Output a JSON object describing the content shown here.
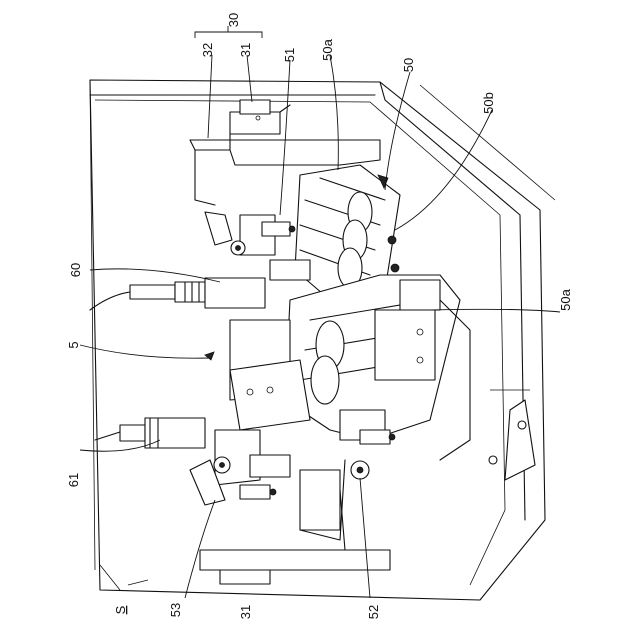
{
  "figure": {
    "labels": {
      "l30": "30",
      "l32": "32",
      "l31_top": "31",
      "l51": "51",
      "l50a_top": "50a",
      "l50": "50",
      "l50b": "50b",
      "l60": "60",
      "l50a_right": "50a",
      "l5": "5",
      "l61": "61",
      "lS": "S",
      "l53": "53",
      "l31_bottom": "31",
      "l52": "52"
    }
  }
}
